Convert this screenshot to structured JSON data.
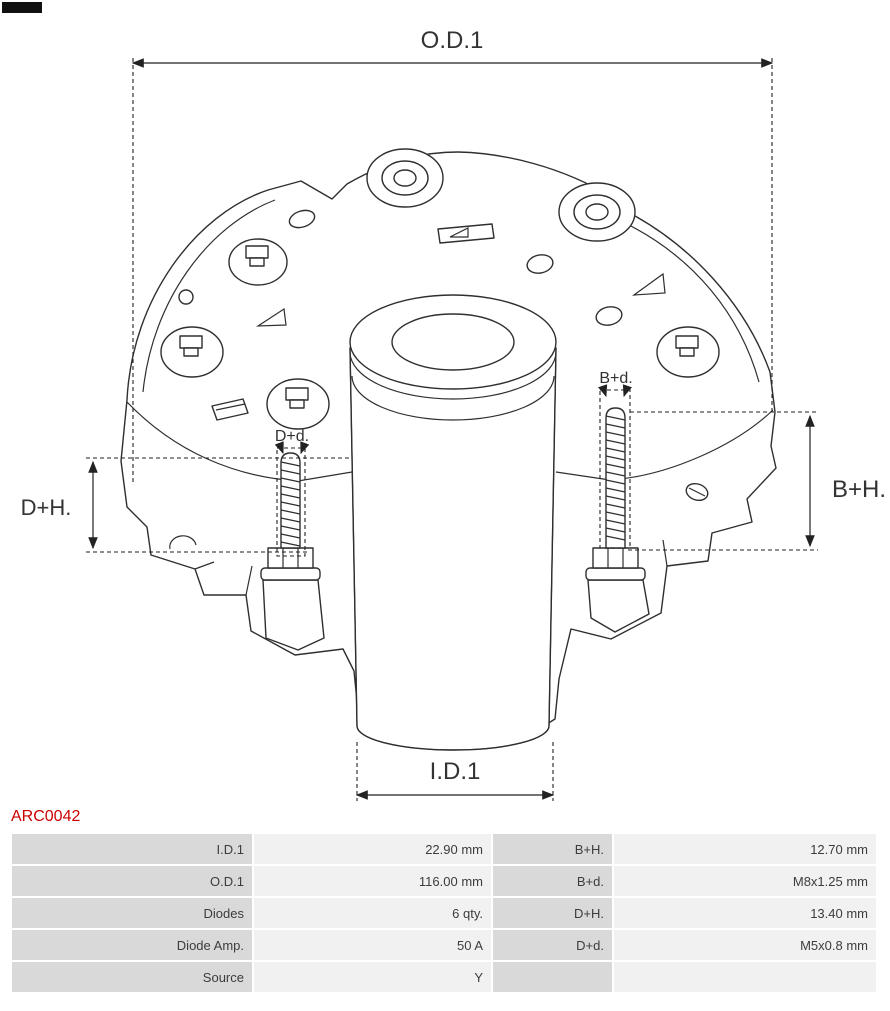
{
  "part_number": "ARC0042",
  "diagram": {
    "labels": {
      "od1": "O.D.1",
      "id1": "I.D.1",
      "bh": "B+H.",
      "bd": "B+d.",
      "dh": "D+H.",
      "dd": "D+d."
    }
  },
  "table": {
    "rows": [
      {
        "label1": "I.D.1",
        "value1": "22.90 mm",
        "label2": "B+H.",
        "value2": "12.70 mm"
      },
      {
        "label1": "O.D.1",
        "value1": "116.00 mm",
        "label2": "B+d.",
        "value2": "M8x1.25 mm"
      },
      {
        "label1": "Diodes",
        "value1": "6 qty.",
        "label2": "D+H.",
        "value2": "13.40 mm"
      },
      {
        "label1": "Diode Amp.",
        "value1": "50 A",
        "label2": "D+d.",
        "value2": "M5x0.8 mm"
      },
      {
        "label1": "Source",
        "value1": "Y",
        "label2": "",
        "value2": ""
      }
    ]
  },
  "colors": {
    "part_number_red": "#cc0000",
    "table_label_bg": "#d9d9d9",
    "table_value_bg": "#f1f1f1",
    "line_color": "#333333"
  }
}
